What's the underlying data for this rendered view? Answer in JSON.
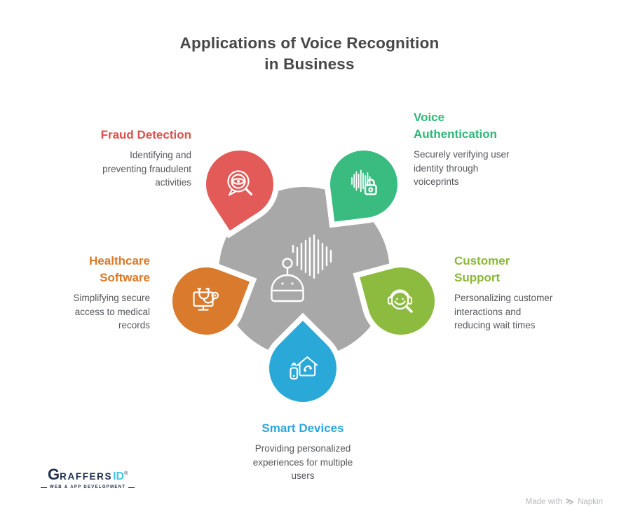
{
  "title": "Applications of Voice Recognition\nin Business",
  "center": {
    "icon": "voice-assistant-robot-icon",
    "color": "#a8a8a8"
  },
  "sections": [
    {
      "id": "fraud-detection",
      "heading": "Fraud Detection",
      "description": "Identifying and\npreventing fraudulent\nactivities",
      "heading_color": "#e04e4e",
      "petal_color": "#e25b58",
      "icon": "eye-magnifier-speech-bubble-icon"
    },
    {
      "id": "voice-authentication",
      "heading": "Voice\nAuthentication",
      "description": "Securely verifying user\nidentity through\nvoiceprints",
      "heading_color": "#2cb876",
      "petal_color": "#3abc80",
      "icon": "voiceprint-lock-icon"
    },
    {
      "id": "healthcare-software",
      "heading": "Healthcare\nSoftware",
      "description": "Simplifying secure\naccess to medical\nrecords",
      "heading_color": "#dc7928",
      "petal_color": "#d97a2d",
      "icon": "monitor-stethoscope-icon"
    },
    {
      "id": "customer-support",
      "heading": "Customer\nSupport",
      "description": "Personalizing customer\ninteractions and\nreducing wait times",
      "heading_color": "#8ab838",
      "petal_color": "#8dbb3f",
      "icon": "support-agent-magnifier-icon"
    },
    {
      "id": "smart-devices",
      "heading": "Smart Devices",
      "description": "Providing personalized\nexperiences for multiple\nusers",
      "heading_color": "#29a7da",
      "petal_color": "#2aa8d8",
      "icon": "smart-home-phone-icon"
    }
  ],
  "footer": {
    "logo": {
      "initial": "G",
      "rest": "RAFFERS",
      "suffix": "ID",
      "registered": "®",
      "tagline": "WEB & APP DEVELOPMENT"
    },
    "credit": {
      "prefix": "Made with",
      "brand": "Napkin"
    }
  }
}
